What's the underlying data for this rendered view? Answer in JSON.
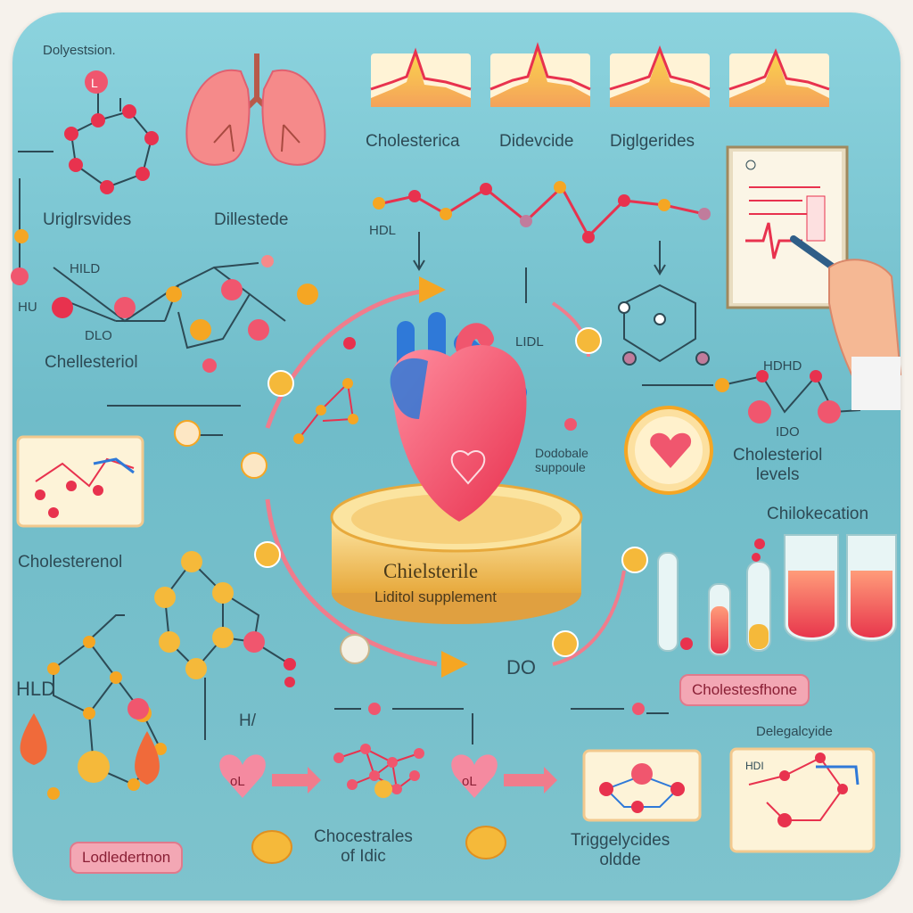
{
  "labels": {
    "top_left": "Dolyestsion.",
    "chart1": "Cholestericа",
    "chart2": "Didevcide",
    "chart3": "Diglgerides",
    "lungs_left": "Uriglrsvides",
    "lungs_right": "Dillestede",
    "hdl_mid": "HDL",
    "hild": "HILD",
    "hu": "HU",
    "dlo": "DLO",
    "cholesteriol": "Chellesteriol",
    "lidl": "LIDL",
    "dodobale": "Dodobale\nsuppoule",
    "hdhd": "HDHD",
    "ido": "IDO",
    "cholesteriol_levels": "Cholesteriol\nlevels",
    "chilokecation": "Chilokecation",
    "cholesterenol": "Cholesterenol",
    "hld": "HLD",
    "do": "DO",
    "h_slash": "H/",
    "delegalcyide": "Delegalcyide",
    "hdi": "HDI",
    "chocestrales": "Chocestrales\nof Idic",
    "trigglycides": "Triggelycides\noldde",
    "heart_left": "oL",
    "heart_right": "oL"
  },
  "plate": {
    "title": "Chielsterile",
    "subtitle": "Liditol supplement"
  },
  "pills": {
    "left": "Lodledertnon",
    "right": "Cholestesfhone"
  },
  "colors": {
    "background": "#7ec3cd",
    "heart_red": "#f0566e",
    "heart_blue": "#2f79d8",
    "plate_gold": "#f4c363",
    "node_red": "#e8324e",
    "node_orange": "#f5a623",
    "pill": "#f3a7b4"
  },
  "icons": [
    "heart-icon",
    "lungs-icon",
    "molecule-icon",
    "test-tube-icon",
    "clipboard-icon",
    "hand-pen-icon",
    "capsule-icon",
    "drop-icon",
    "arrow-icon"
  ]
}
